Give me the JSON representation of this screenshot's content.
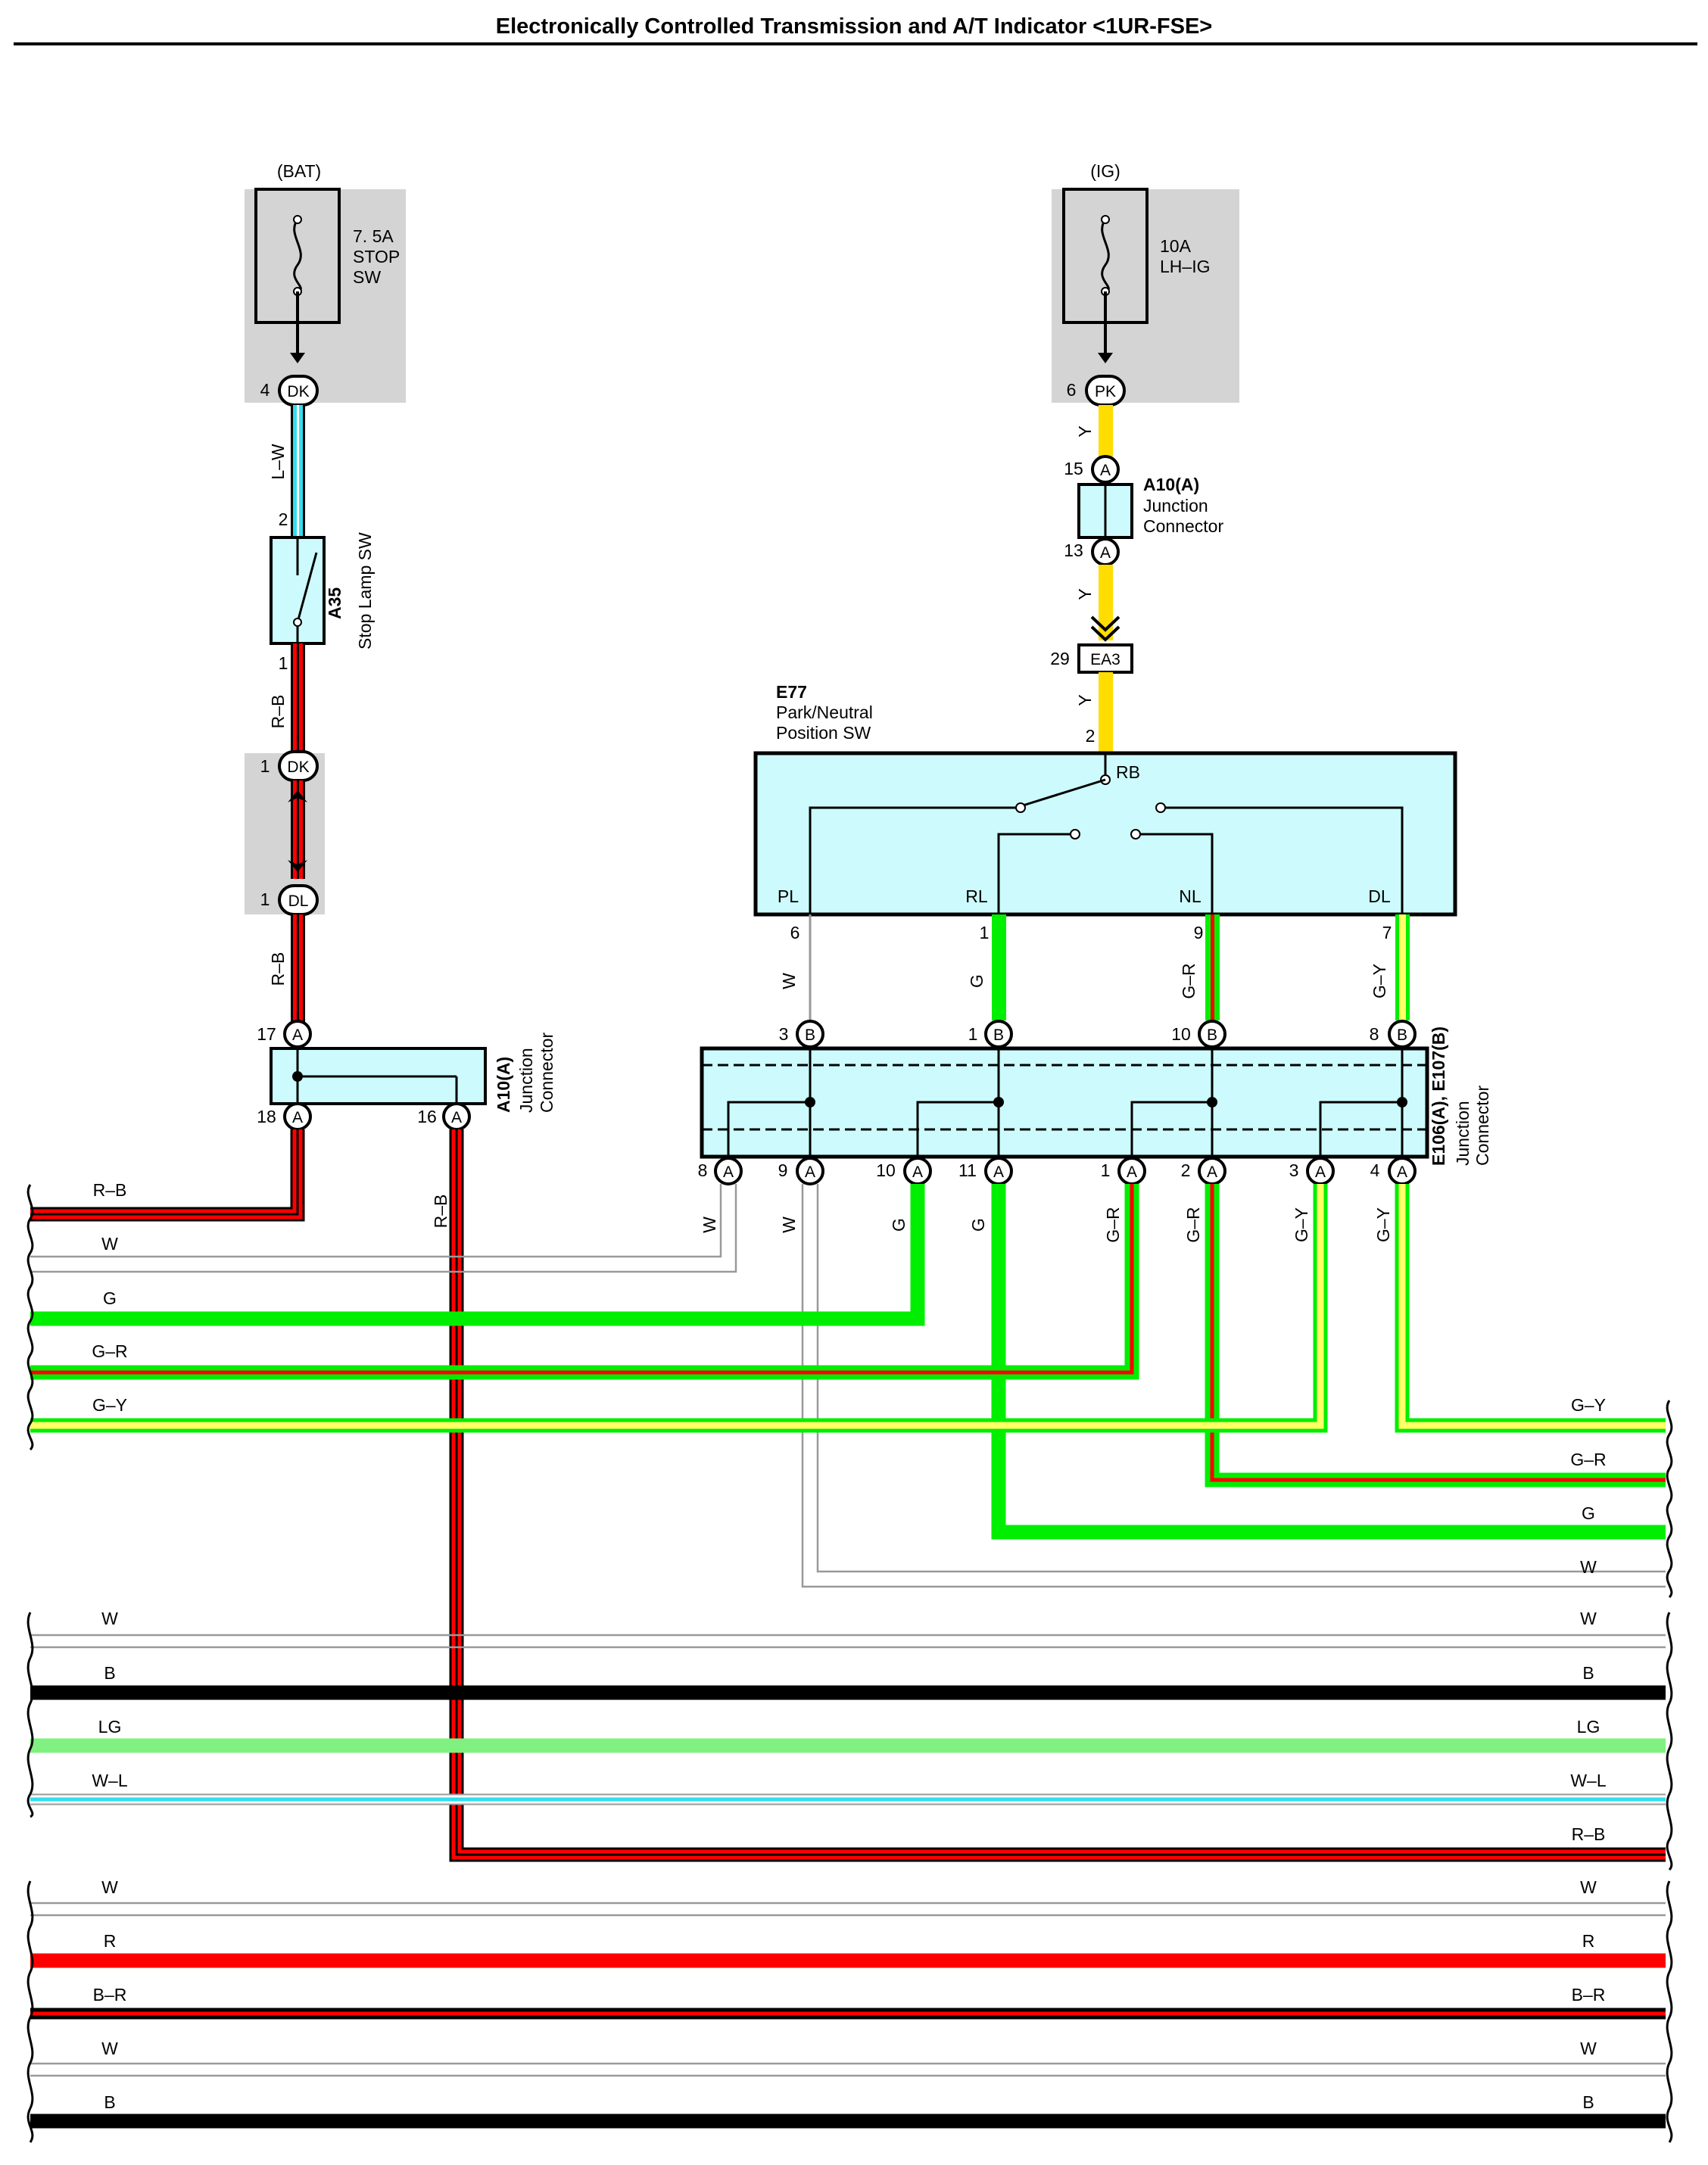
{
  "title": "Electronically Controlled Transmission and A/T Indicator <1UR-FSE>",
  "colors": {
    "R": "#ff0000",
    "W": "#ffffff",
    "B": "#000000",
    "G": "#00ee00",
    "Y": "#ffdd00",
    "L": "#33ddee",
    "LG": "#80f080",
    "fuse_bg": "#d4d4d4",
    "component_fill": "#cdfbfd"
  },
  "fuses": {
    "bat": {
      "supply": "(BAT)",
      "rating": "7. 5A",
      "name1": "STOP",
      "name2": "SW",
      "pin": "4",
      "connector": "DK"
    },
    "ig": {
      "supply": "(IG)",
      "rating": "10A",
      "name": "LH–IG",
      "pin": "6",
      "connector": "PK"
    }
  },
  "stop_lamp_sw": {
    "id": "A35",
    "name": "Stop Lamp SW",
    "pin_top": "2",
    "pin_bottom": "1"
  },
  "wires_vertical": {
    "lw": "L–W",
    "rb1": "R–B",
    "rb2": "R–B",
    "rb3": "R–B",
    "y1": "Y",
    "y2": "Y",
    "y3": "Y",
    "w_e77": "W",
    "g_e77": "G",
    "gr_e77": "G–R",
    "gy_e77": "G–Y",
    "w_a8": "W",
    "w_a9": "W",
    "g_a10": "G",
    "g_a11": "G",
    "gr_a1": "G–R",
    "gr_a2": "G–R",
    "gy_a3": "G–Y",
    "gy_a4": "G–Y"
  },
  "inline_connector": {
    "top_pin": "1",
    "top_name": "DK",
    "bottom_pin": "1",
    "bottom_name": "DL"
  },
  "a10_top": {
    "id": "A10(A)",
    "line1": "Junction",
    "line2": "Connector",
    "pin_in": "15",
    "pin_out": "13",
    "term": "A"
  },
  "ea3": {
    "pin": "29",
    "name": "EA3"
  },
  "e77": {
    "id": "E77",
    "line1": "Park/Neutral",
    "line2": "Position SW",
    "pin_in": "2",
    "rb": "RB",
    "terminals": [
      {
        "name": "PL",
        "pin": "6"
      },
      {
        "name": "RL",
        "pin": "1"
      },
      {
        "name": "NL",
        "pin": "9"
      },
      {
        "name": "DL",
        "pin": "7"
      }
    ]
  },
  "a10_left": {
    "id": "A10(A)",
    "line1": "Junction",
    "line2": "Connector",
    "pin_top": "17",
    "pin_bl": "18",
    "pin_br": "16",
    "term": "A"
  },
  "e106": {
    "id": "E106(A), E107(B)",
    "line1": "Junction",
    "line2": "Connector",
    "top_pins": [
      {
        "pin": "3",
        "term": "B"
      },
      {
        "pin": "1",
        "term": "B"
      },
      {
        "pin": "10",
        "term": "B"
      },
      {
        "pin": "8",
        "term": "B"
      }
    ],
    "bottom_pins": [
      {
        "pin": "8",
        "term": "A"
      },
      {
        "pin": "9",
        "term": "A"
      },
      {
        "pin": "10",
        "term": "A"
      },
      {
        "pin": "11",
        "term": "A"
      },
      {
        "pin": "1",
        "term": "A"
      },
      {
        "pin": "2",
        "term": "A"
      },
      {
        "pin": "3",
        "term": "A"
      },
      {
        "pin": "4",
        "term": "A"
      }
    ]
  },
  "left_bus": [
    "R–B",
    "W",
    "G",
    "G–R",
    "G–Y"
  ],
  "right_bus_a": [
    "G–Y",
    "G–R",
    "G",
    "W"
  ],
  "through_bus": [
    {
      "left": "W",
      "right": "W",
      "color": "W"
    },
    {
      "left": "B",
      "right": "B",
      "color": "B"
    },
    {
      "left": "LG",
      "right": "LG",
      "color": "LG"
    },
    {
      "left": "W–L",
      "right": "W–L",
      "color": "WL"
    },
    {
      "left": "",
      "right": "R–B",
      "color": "RB"
    },
    {
      "left": "W",
      "right": "W",
      "color": "W"
    },
    {
      "left": "R",
      "right": "R",
      "color": "R"
    },
    {
      "left": "B–R",
      "right": "B–R",
      "color": "BR"
    },
    {
      "left": "W",
      "right": "W",
      "color": "W"
    },
    {
      "left": "B",
      "right": "B",
      "color": "B"
    }
  ]
}
